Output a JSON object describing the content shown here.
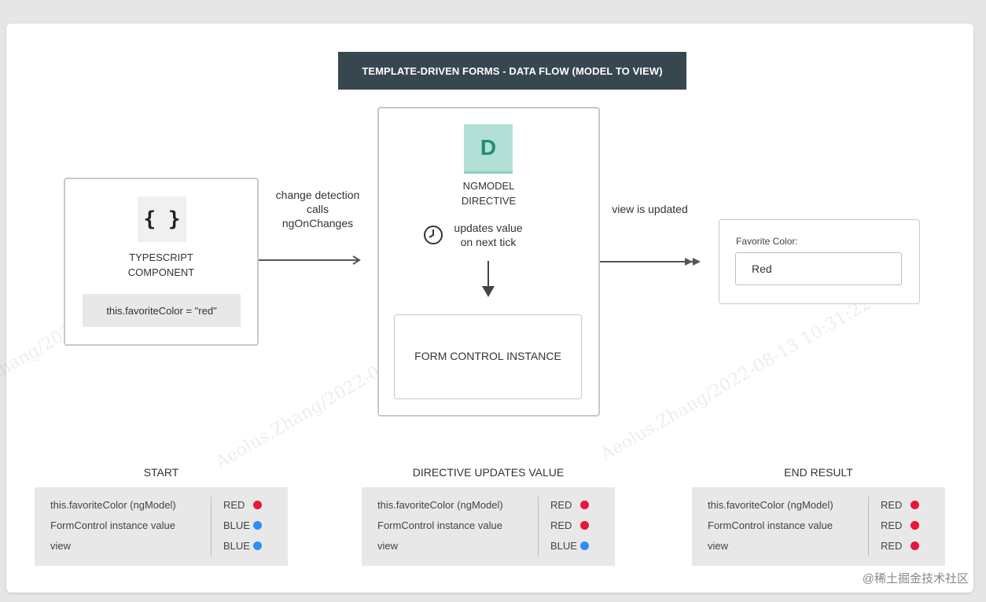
{
  "title": "TEMPLATE-DRIVEN FORMS - DATA FLOW (MODEL TO VIEW)",
  "component": {
    "icon_text": "{ }",
    "label_line1": "TYPESCRIPT",
    "label_line2": "COMPONENT",
    "code": "this.favoriteColor = \"red\""
  },
  "arrow1_note": [
    "change detection",
    "calls",
    "ngOnChanges"
  ],
  "directive": {
    "icon_text": "D",
    "label_line1": "NGMODEL",
    "label_line2": "DIRECTIVE",
    "tick_note": [
      "updates value",
      "on next tick"
    ],
    "form_control": "FORM CONTROL INSTANCE"
  },
  "arrow2_note": "view is updated",
  "view": {
    "field_label": "Favorite Color:",
    "field_value": "Red"
  },
  "colors": {
    "red": "#e8173a",
    "blue": "#2f8df5",
    "banner": "#37474f",
    "directive_icon_bg": "#b2dfd6",
    "directive_icon_fg": "#1f8e73"
  },
  "tables": [
    {
      "title": "START",
      "rows": [
        {
          "label": "this.favoriteColor (ngModel)",
          "value": "RED",
          "color": "red"
        },
        {
          "label": "FormControl instance value",
          "value": "BLUE",
          "color": "blue"
        },
        {
          "label": "view",
          "value": "BLUE",
          "color": "blue"
        }
      ]
    },
    {
      "title": "DIRECTIVE UPDATES VALUE",
      "rows": [
        {
          "label": "this.favoriteColor (ngModel)",
          "value": "RED",
          "color": "red"
        },
        {
          "label": "FormControl instance value",
          "value": "RED",
          "color": "red"
        },
        {
          "label": "view",
          "value": "BLUE",
          "color": "blue"
        }
      ]
    },
    {
      "title": "END RESULT",
      "rows": [
        {
          "label": "this.favoriteColor (ngModel)",
          "value": "RED",
          "color": "red"
        },
        {
          "label": "FormControl instance value",
          "value": "RED",
          "color": "red"
        },
        {
          "label": "view",
          "value": "RED",
          "color": "red"
        }
      ]
    }
  ],
  "watermark": "Aeolus.Zhang/2022-08-13 10:31:22",
  "corner_mark": "@稀土掘金技术社区"
}
